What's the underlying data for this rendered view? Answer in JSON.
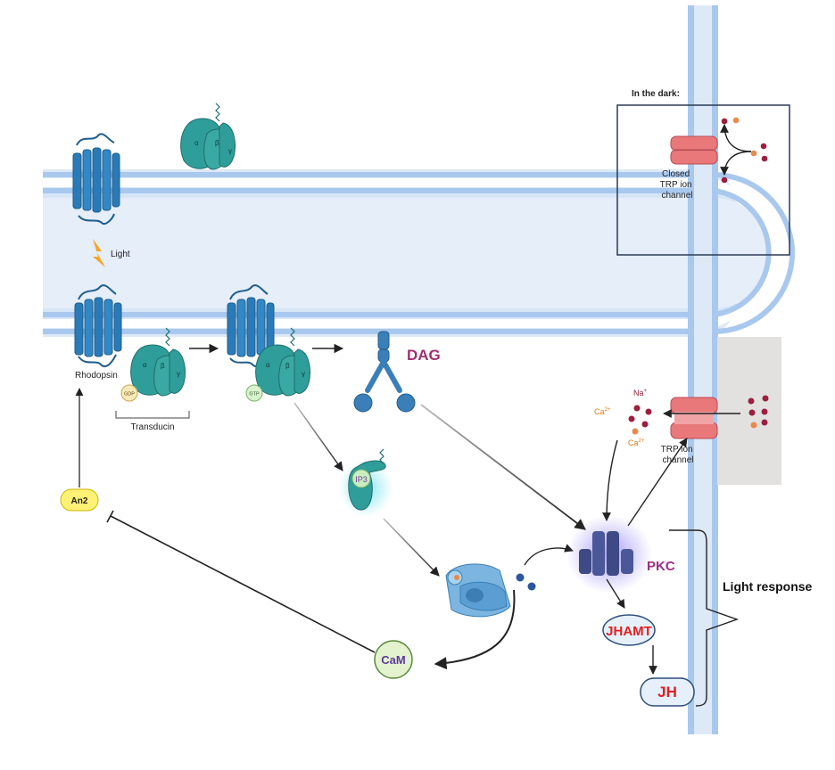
{
  "labels": {
    "in_the_dark": "In the dark:",
    "closed_channel": [
      "Closed",
      "TRP ion",
      "channel"
    ],
    "light": "Light",
    "rhodopsin": "Rhodopsin",
    "transducin": "Transducin",
    "gdp": "GDP",
    "gtp": "GTP",
    "alpha": "α",
    "beta": "β",
    "gamma": "γ",
    "dag": "DAG",
    "ip3": "IP3",
    "na": "Na",
    "na_sup": "+",
    "ca": "Ca",
    "ca_sup": "2+",
    "trp_channel": [
      "TRP ion",
      "channel"
    ],
    "pkc": "PKC",
    "jhamt": "JHAMT",
    "jh": "JH",
    "an2": "An2",
    "cam": "CaM",
    "light_response": "Light response"
  },
  "colors": {
    "membrane": "#c7daf2",
    "membrane_edge": "#a9c8ee",
    "receptor": "#2a7ab8",
    "gprotein": "#2f9e9a",
    "channel": "#e8787a",
    "pkc": "#3d4a86",
    "dag": "#3b7fb8",
    "ion_red": "#9c1f3f",
    "ion_orange": "#e88a4b",
    "dag_text": "#a0306e",
    "pkc_text": "#9b2f86",
    "jh_text": "#e02020",
    "an2_fill": "#fff176",
    "cam_fill": "#e4f3cf"
  }
}
